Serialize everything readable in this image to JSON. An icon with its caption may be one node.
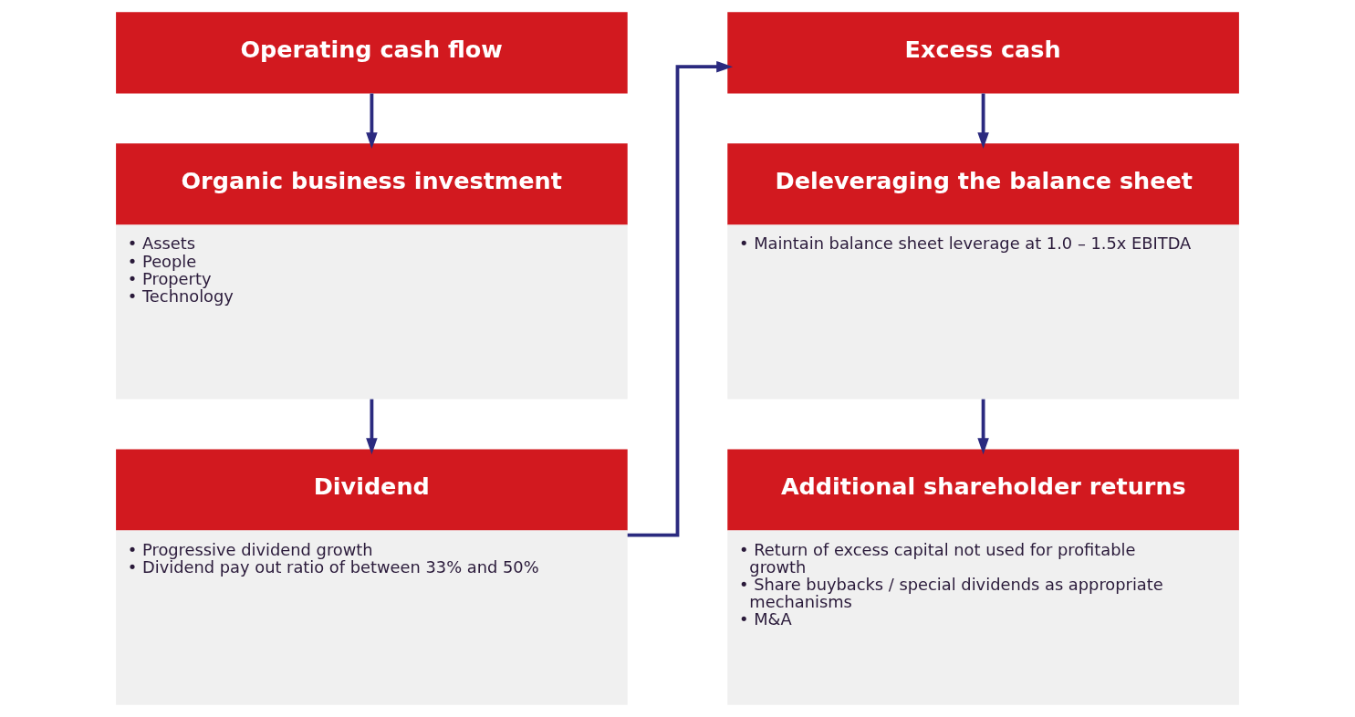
{
  "diagram": {
    "nodes": [
      {
        "text": [
          "Operating cash flow"
        ]
      },
      {
        "text": [
          "Organic business investment",
          "• Assets",
          "• People",
          "• Property",
          "• Technology"
        ]
      },
      {
        "text": [
          "Dividend",
          "• Progressive dividend growth",
          "• Dividend pay out ratio of between 33% and 50%"
        ]
      },
      {
        "text": [
          "Excess cash"
        ]
      },
      {
        "text": [
          "Deleveraging the balance sheet",
          "• Maintain balance sheet leverage at 1.0 – 1.5x EBITDA"
        ]
      },
      {
        "text": [
          "Additional shareholder returns",
          "• Return of excess capital not used for profitable growth",
          "• Share buybacks / special dividends as appropriate mechanisms",
          "• M&A"
        ]
      }
    ],
    "edges": [
      {
        "from": 0,
        "to": 1,
        "arrow": "to"
      },
      {
        "from": 1,
        "to": 2,
        "arrow": "to"
      },
      {
        "from": 2,
        "to": 3,
        "arrow": "to"
      },
      {
        "from": 3,
        "to": 4,
        "arrow": "to"
      },
      {
        "from": 4,
        "to": 5,
        "arrow": "to"
      }
    ]
  }
}
